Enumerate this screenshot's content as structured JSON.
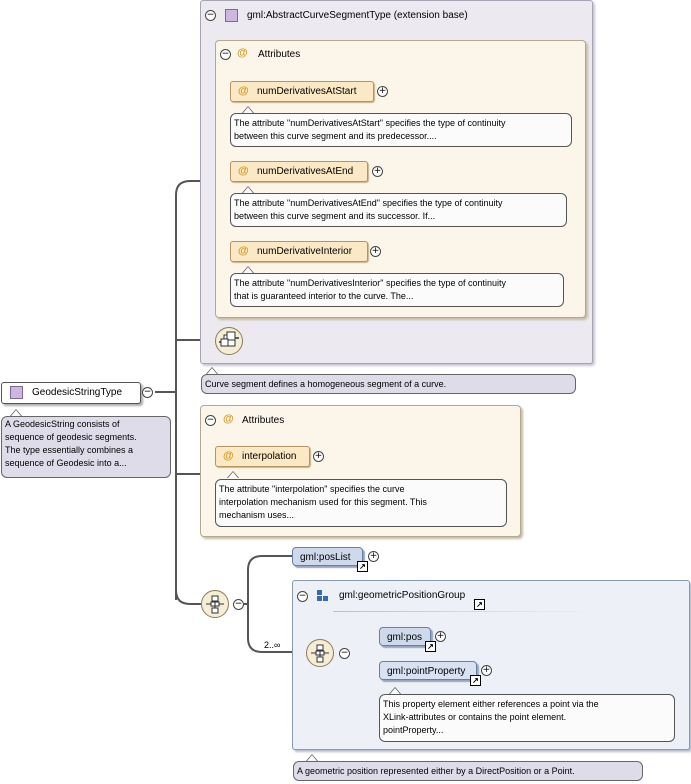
{
  "root": {
    "name": "GeodesicStringType",
    "doc": [
      "A GeodesicString consists of",
      "sequence of geodesic segments.",
      "The type essentially combines a",
      "sequence of Geodesic into a..."
    ]
  },
  "base": {
    "title": "gml:AbstractCurveSegmentType (extension base)",
    "attributes_label": "Attributes",
    "attributes": [
      {
        "name": "numDerivativesAtStart",
        "doc": [
          "The attribute \"numDerivativesAtStart\" specifies the type of continuity",
          "between this curve segment and its predecessor...."
        ]
      },
      {
        "name": "numDerivativesAtEnd",
        "doc": [
          "The attribute \"numDerivativesAtEnd\" specifies the type of continuity",
          "between this curve segment and its successor. If..."
        ]
      },
      {
        "name": "numDerivativeInterior",
        "doc": [
          "The attribute \"numDerivativesInterior\" specifies the type of continuity",
          "that is guaranteed interior to the curve. The..."
        ]
      }
    ],
    "doc": "Curve segment defines a homogeneous segment of a curve."
  },
  "own_attributes": {
    "label": "Attributes",
    "attribute": {
      "name": "interpolation",
      "doc": [
        "The attribute \"interpolation\" specifies the curve",
        "interpolation mechanism used for this segment. This",
        "mechanism uses..."
      ]
    }
  },
  "sequence": {
    "posList": "gml:posList",
    "group": {
      "title": "gml:geometricPositionGroup",
      "multiplicity": "2..∞",
      "pos": "gml:pos",
      "pointProperty": "gml:pointProperty",
      "pointProperty_doc": [
        "This property element either references a point via the",
        "XLink-attributes or contains the point element.",
        "pointProperty..."
      ],
      "doc": "A geometric position represented either by a DirectPosition or a Point."
    }
  },
  "icons": {
    "collapse": "minus-toggle-icon",
    "expand": "plus-toggle-icon",
    "link": "link-arrow-icon",
    "attribute": "attribute-at-icon",
    "sequence": "sequence-compositor-icon",
    "group": "group-icon",
    "complex_type": "complex-type-icon"
  },
  "colors": {
    "attr_fill": "#fbe8c4",
    "attr_panel": "#fcf6ea",
    "element_fill": "#cfd9ec",
    "base_panel": "#eceaf0",
    "doc_purple": "#dfdcea"
  }
}
